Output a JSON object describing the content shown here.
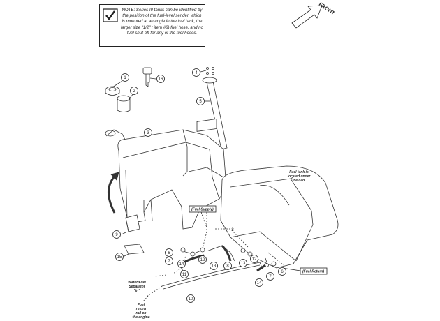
{
  "note": {
    "prefix": "NOTE:",
    "text": "Series III tanks can be identified by the position of the fuel-level sender, which is mounted at an angle in the fuel tank, the larger size (1/2\" ; item #8) fuel hose, and no fuel shut-off for any of the fuel hoses."
  },
  "front_label": "FRONT",
  "callouts": {
    "fuel_supply": "(Fuel Supply)",
    "fuel_return": "(Fuel Return)",
    "tank_location_1": "Fuel tank is",
    "tank_location_2": "located under",
    "tank_location_3": "the cab.",
    "separator_1": "Water/Fuel",
    "separator_2": "Separator",
    "separator_3": "\"in\"",
    "return_1": "Fuel",
    "return_2": "return",
    "return_3": "rail on",
    "return_4": "the engine"
  },
  "parts": {
    "p1": "1",
    "p2": "2",
    "p3": "3",
    "p4": "4",
    "p5": "5",
    "p6a": "6",
    "p6b": "6",
    "p7a": "7",
    "p7b": "7",
    "p8a": "8",
    "p8b": "8",
    "p9": "9",
    "p10": "10",
    "p11": "11",
    "p12a": "12",
    "p12b": "12",
    "p13a": "13",
    "p13b": "13",
    "p14a": "14",
    "p14b": "14",
    "p15": "15",
    "p16": "16"
  }
}
